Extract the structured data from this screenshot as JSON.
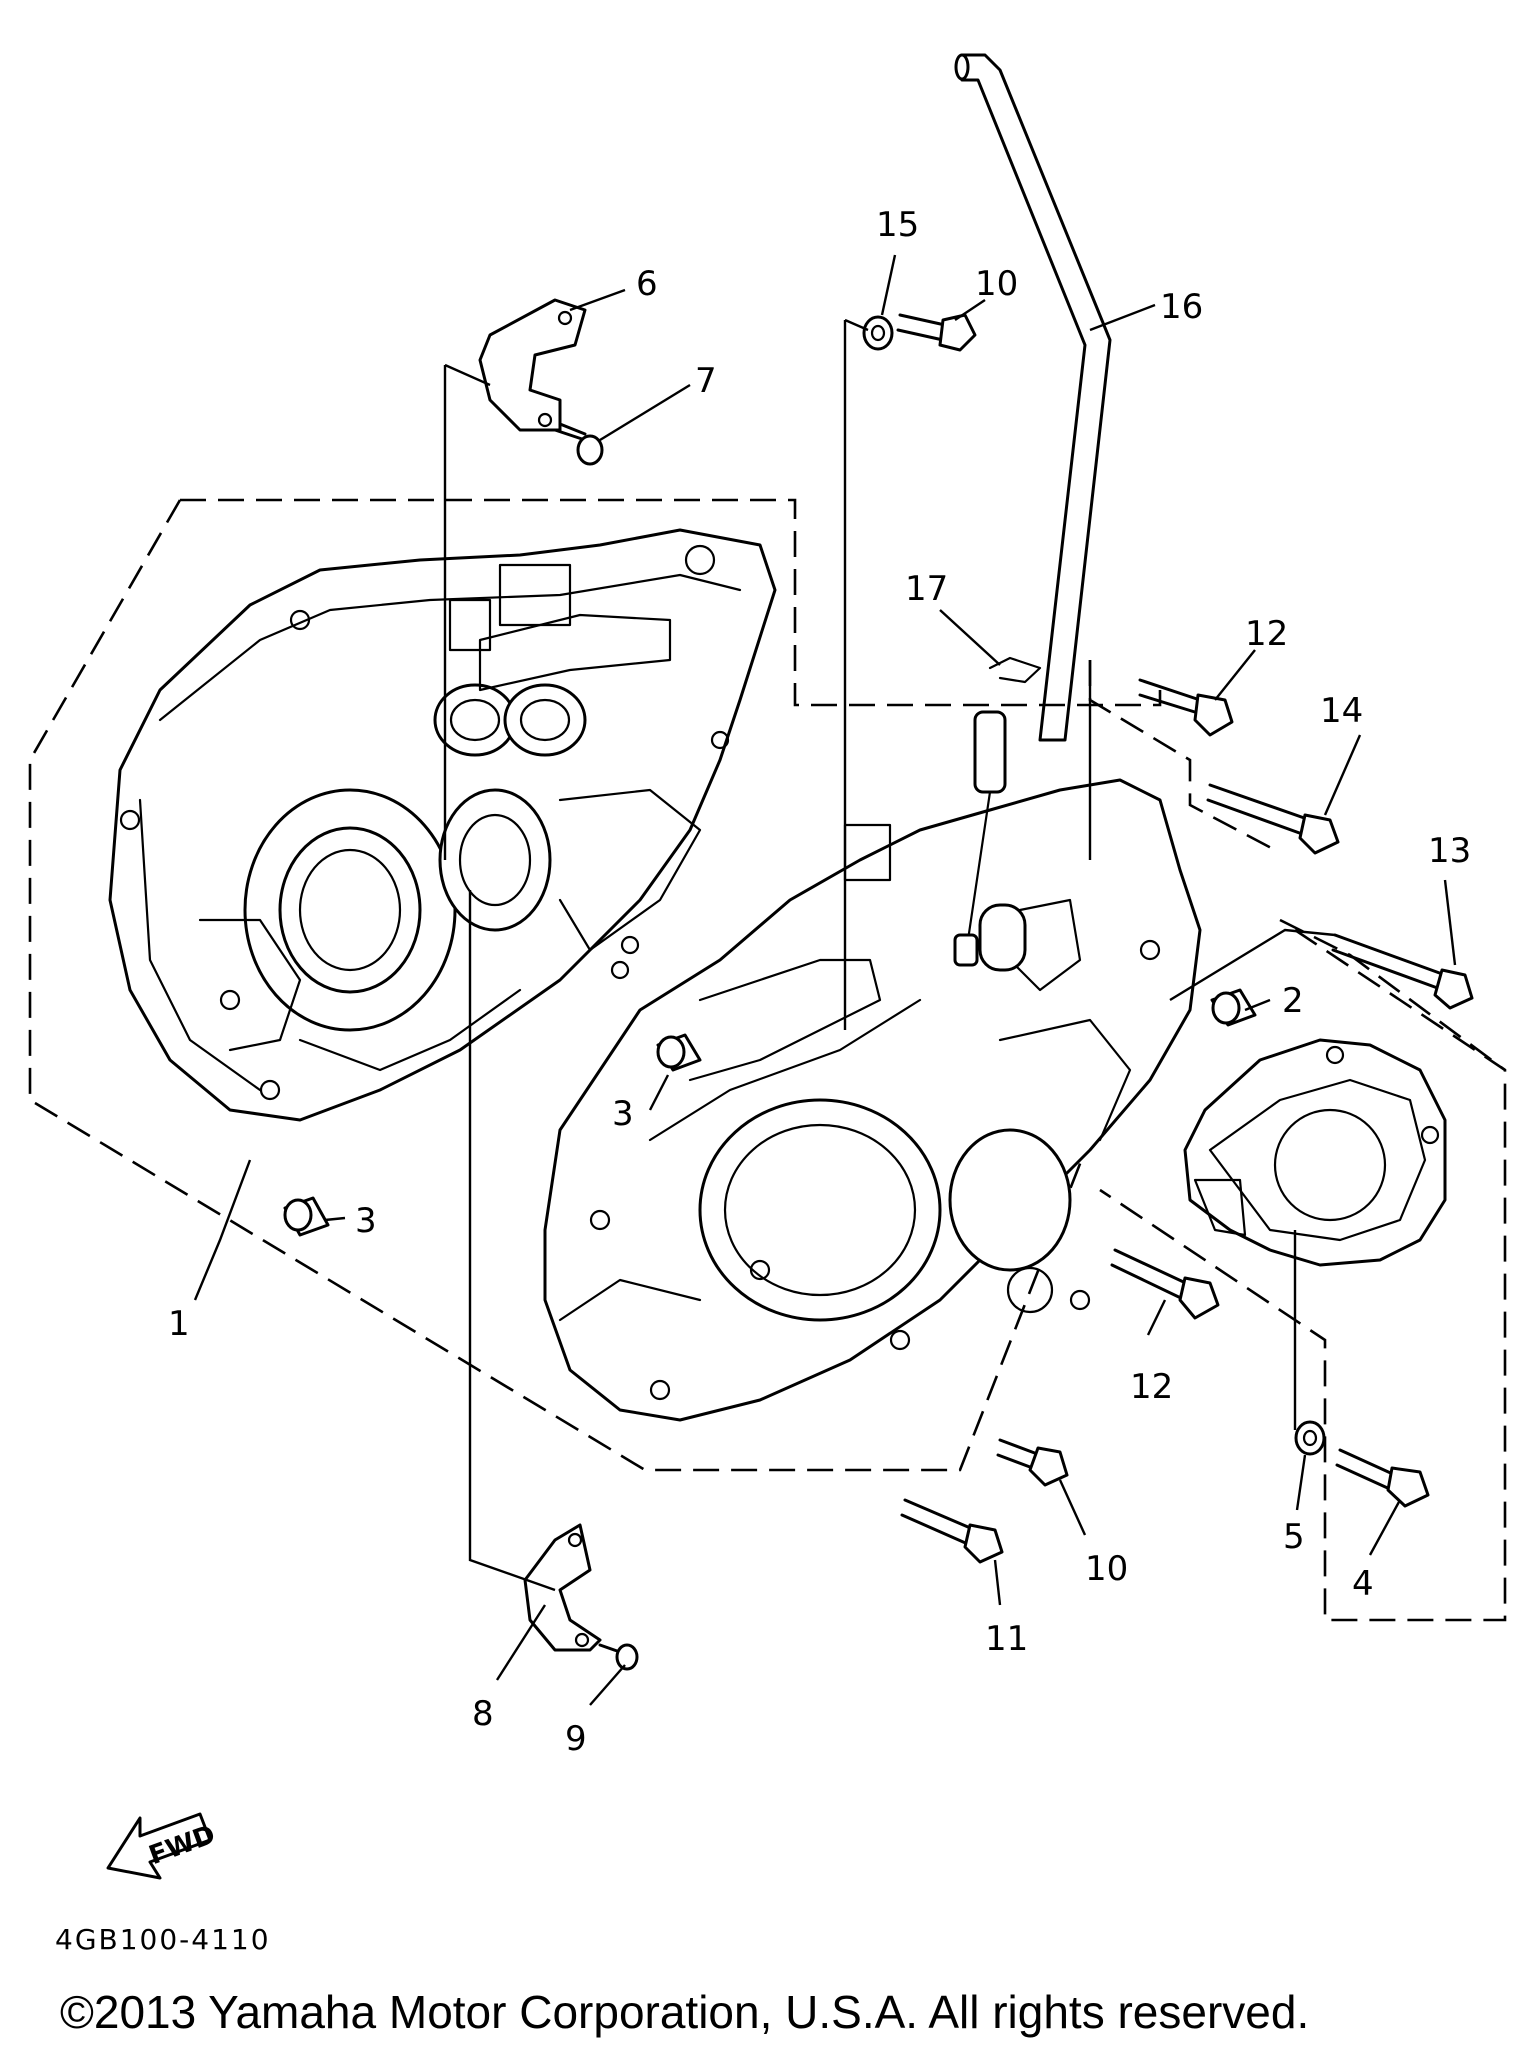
{
  "diagram": {
    "callouts": [
      {
        "id": "c1",
        "label": "1"
      },
      {
        "id": "c2",
        "label": "2"
      },
      {
        "id": "c3a",
        "label": "3"
      },
      {
        "id": "c3b",
        "label": "3"
      },
      {
        "id": "c4",
        "label": "4"
      },
      {
        "id": "c5",
        "label": "5"
      },
      {
        "id": "c6",
        "label": "6"
      },
      {
        "id": "c7",
        "label": "7"
      },
      {
        "id": "c8",
        "label": "8"
      },
      {
        "id": "c9",
        "label": "9"
      },
      {
        "id": "c10a",
        "label": "10"
      },
      {
        "id": "c10b",
        "label": "10"
      },
      {
        "id": "c11",
        "label": "11"
      },
      {
        "id": "c12a",
        "label": "12"
      },
      {
        "id": "c12b",
        "label": "12"
      },
      {
        "id": "c13",
        "label": "13"
      },
      {
        "id": "c14",
        "label": "14"
      },
      {
        "id": "c15",
        "label": "15"
      },
      {
        "id": "c16",
        "label": "16"
      },
      {
        "id": "c17",
        "label": "17"
      }
    ],
    "fwd_label": "FWD",
    "diagram_code": "4GB100-4110"
  },
  "footer": {
    "copyright": "©2013 Yamaha Motor Corporation, U.S.A. All rights reserved."
  }
}
